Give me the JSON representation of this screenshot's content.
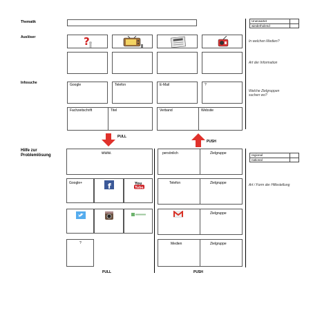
{
  "labels": {
    "thematik": "Thematik",
    "ausloeser": "Auslöser",
    "infosuche": "Infosuche",
    "hilfe": "Hilfe zur Problemlösung"
  },
  "right_notes": {
    "unerwartet": "Unerwartet",
    "wiederholend": "wiederholend",
    "medien": "In welchen Medien?",
    "art_info": "Art der Information",
    "zielgruppen": "Welche Zielgruppen suchen wo?",
    "regional": "regional",
    "national": "national",
    "art_form": "Art / Form der Hilfestellung"
  },
  "infosuche": {
    "row1": [
      "Google",
      "Telefon",
      "E-Mail",
      "?"
    ],
    "row2": [
      "Fachzeitschrift",
      "Titel",
      "Verband",
      "Website"
    ]
  },
  "arrows": {
    "pull": "PULL",
    "push": "PUSH"
  },
  "hilfe_left": {
    "www": "www.",
    "google_plus": "Google+",
    "question": "?"
  },
  "hilfe_right": {
    "rows": [
      [
        "persönlich",
        "Zielgruppe"
      ],
      [
        "Telefon",
        "Zielgruppe"
      ],
      [
        "",
        "Zielgruppe"
      ],
      [
        "Medien",
        "Zielgruppe"
      ]
    ]
  },
  "footer": {
    "pull": "PULL",
    "push": "PUSH"
  },
  "icons": {
    "ausloeser": [
      "question-person-icon",
      "tv-icon",
      "newspaper-icon",
      "radio-icon"
    ],
    "social": [
      "facebook-icon",
      "youtube-icon",
      "twitter-icon",
      "instagram-icon",
      "website-icon",
      "gmail-icon"
    ]
  },
  "colors": {
    "arrow_red": "#e0312b",
    "facebook": "#3b5998",
    "youtube": "#cc181e",
    "twitter": "#55acee"
  }
}
